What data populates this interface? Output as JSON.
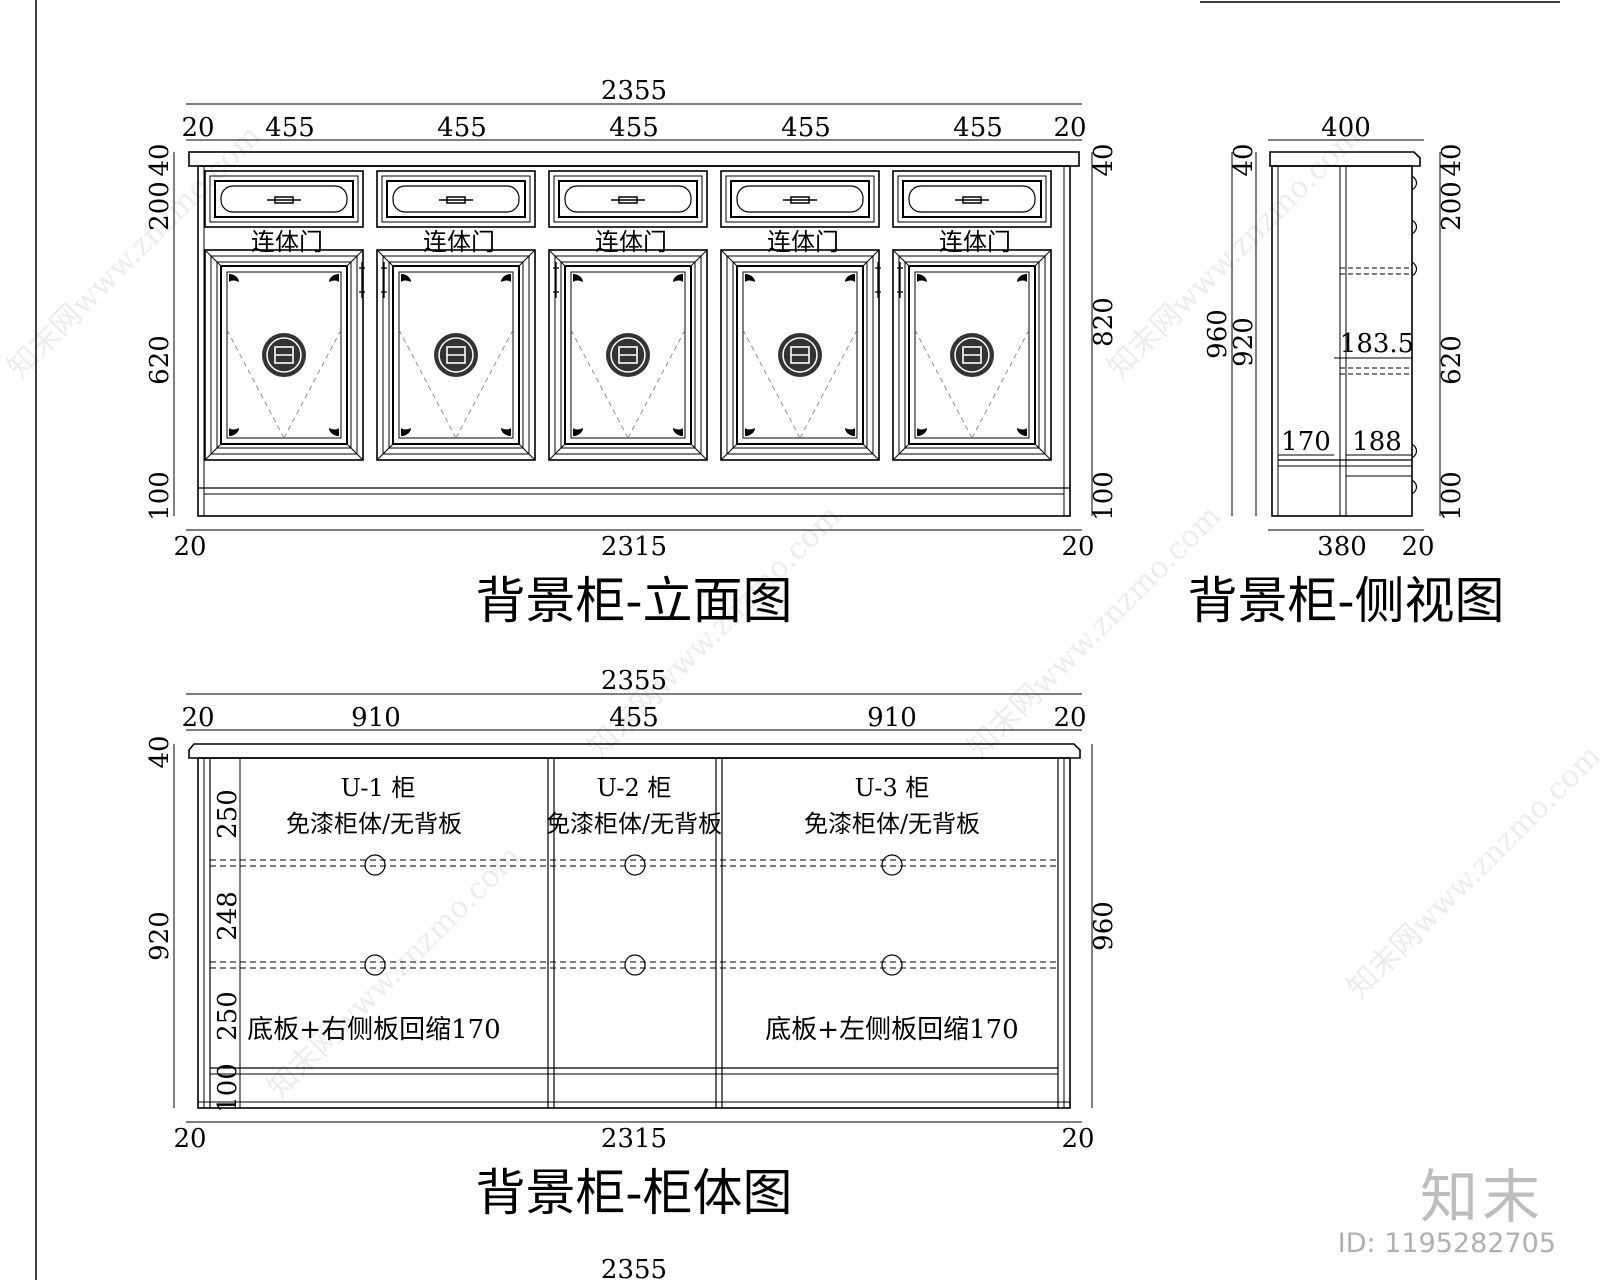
{
  "elevation": {
    "title": "背景柜-立面图",
    "overall_width": "2355",
    "top_segments": [
      "20",
      "455",
      "455",
      "455",
      "455",
      "455",
      "20"
    ],
    "bottom_overall": "2315",
    "bottom_left": "20",
    "bottom_right": "20",
    "left_heights": [
      "40",
      "200",
      "620",
      "100"
    ],
    "right_heights": [
      "40",
      "820",
      "100"
    ],
    "door_label": "连体门"
  },
  "side_view": {
    "title": "背景柜-侧视图",
    "depth_top": "400",
    "depth_bottom": "380",
    "depth_bottom_right": "20",
    "left_heights": [
      "960",
      "40",
      "920"
    ],
    "right_heights": [
      "40",
      "200",
      "620",
      "100"
    ],
    "inner_dims": [
      "183.5",
      "170",
      "188"
    ]
  },
  "carcass": {
    "title": "背景柜-柜体图",
    "overall_width": "2355",
    "top_segments": [
      "20",
      "910",
      "455",
      "910",
      "20"
    ],
    "bottom_overall": "2315",
    "bottom_left": "20",
    "bottom_right": "20",
    "left_heights": [
      "40",
      "920"
    ],
    "inner_heights": [
      "250",
      "248",
      "250",
      "100"
    ],
    "right_height": "960",
    "units": [
      {
        "name": "U-1 柜",
        "desc": "免漆柜体/无背板"
      },
      {
        "name": "U-2 柜",
        "desc": "免漆柜体/无背板"
      },
      {
        "name": "U-3 柜",
        "desc": "免漆柜体/无背板"
      }
    ],
    "notes": [
      "底板+右侧板回缩170",
      "底板+左侧板回缩170"
    ]
  },
  "next_drawing_dim": "2355",
  "watermark": {
    "brand": "知末",
    "id_text": "ID: 1195282705",
    "repeat_text": "知末网www.znzmo.com"
  }
}
